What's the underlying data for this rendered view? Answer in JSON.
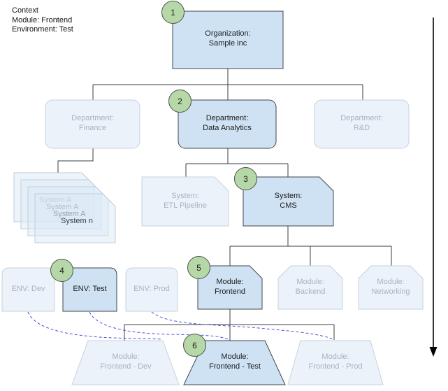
{
  "context": {
    "line1": "Context",
    "line2": "Module: Frontend",
    "line3": "Environment: Test"
  },
  "badges": {
    "b1": "1",
    "b2": "2",
    "b3": "3",
    "b4": "4",
    "b5": "5",
    "b6": "6"
  },
  "nodes": {
    "organization": {
      "line1": "Organization:",
      "line2": "Sample inc"
    },
    "dept_finance": {
      "line1": "Department:",
      "line2": "Finance"
    },
    "dept_data_analytics": {
      "line1": "Department:",
      "line2": "Data Analytics"
    },
    "dept_rnd": {
      "line1": "Department:",
      "line2": "R&D"
    },
    "system_stack": {
      "labels": [
        "System A",
        "System A",
        "System A",
        "System n"
      ]
    },
    "system_etl": {
      "line1": "System:",
      "line2": "ETL Pipeline"
    },
    "system_cms": {
      "line1": "System:",
      "line2": "CMS"
    },
    "env_dev": {
      "label": "ENV: Dev"
    },
    "env_test": {
      "label": "ENV: Test"
    },
    "env_prod": {
      "label": "ENV: Prod"
    },
    "module_frontend": {
      "line1": "Module:",
      "line2": "Frontend"
    },
    "module_backend": {
      "line1": "Module:",
      "line2": "Backend"
    },
    "module_networking": {
      "line1": "Module:",
      "line2": "Networking"
    },
    "module_frontend_dev": {
      "line1": "Module:",
      "line2": "Frontend - Dev"
    },
    "module_frontend_test": {
      "line1": "Module:",
      "line2": "Frontend - Test"
    },
    "module_frontend_prod": {
      "line1": "Module:",
      "line2": "Frontend - Prod"
    }
  },
  "colors": {
    "highlight_fill": "#cfe2f3",
    "highlight_border": "#3f454d",
    "faded_fill": "#ecf2fa",
    "faded_border": "#c6d2e0",
    "faded_text": "#a9b2bd",
    "badge_fill": "#b6d7a8",
    "connector": "#3d3d3d",
    "dashed_link": "#4853d6"
  }
}
